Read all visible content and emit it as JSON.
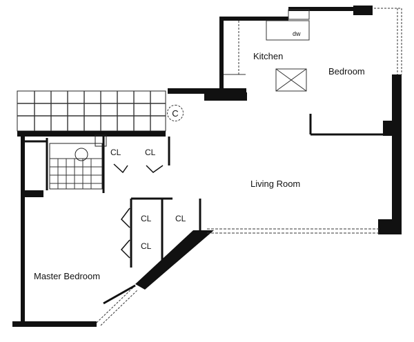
{
  "rooms": {
    "kitchen": "Kitchen",
    "bedroom": "Bedroom",
    "living_room": "Living Room",
    "master_bedroom": "Master Bedroom"
  },
  "closets": [
    "CL",
    "CL",
    "CL",
    "CL",
    "CL"
  ],
  "fixtures": {
    "dishwasher": "dw"
  },
  "compass_mark": "C"
}
